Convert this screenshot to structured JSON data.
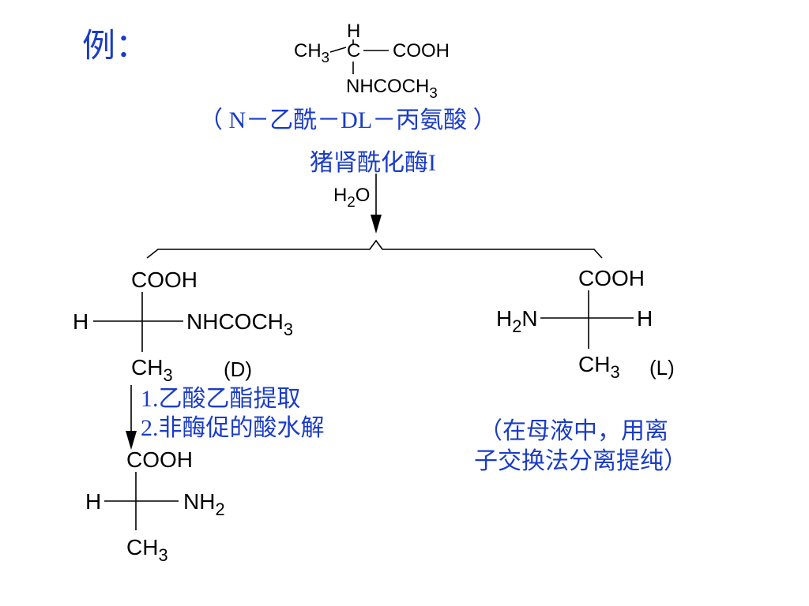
{
  "label": "例：",
  "colors": {
    "annotation": "#1a3cc8",
    "structure": "#000000"
  },
  "reactant": {
    "h": "H",
    "ch": "CH",
    "ch_sub": "3",
    "c": "C",
    "cooh": "COOH",
    "nhcoch": "NHCOCH",
    "nhcoch_sub": "3",
    "name": "（ N－乙酰－DL－丙氨酸 ）"
  },
  "step1": {
    "enzyme": "猪肾酰化酶I",
    "water_h": "H",
    "water_sub": "2",
    "water_o": "O"
  },
  "d_product": {
    "cooh": "COOH",
    "h": "H",
    "nhcoch": "NHCOCH",
    "nhcoch_sub": "3",
    "ch": "CH",
    "ch_sub": "3",
    "config": "(D)"
  },
  "l_product": {
    "cooh": "COOH",
    "h2n_h": "H",
    "h2n_sub": "2",
    "h2n_n": "N",
    "h": "H",
    "ch": "CH",
    "ch_sub": "3",
    "config": "(L)",
    "note_line1": "（在母液中，用离",
    "note_line2": "子交换法分离提纯）"
  },
  "step2": {
    "line1": "1.乙酸乙酯提取",
    "line2": "2.非酶促的酸水解"
  },
  "final_product": {
    "cooh": "COOH",
    "h": "H",
    "nh": "NH",
    "nh_sub": "2",
    "ch": "CH",
    "ch_sub": "3"
  }
}
